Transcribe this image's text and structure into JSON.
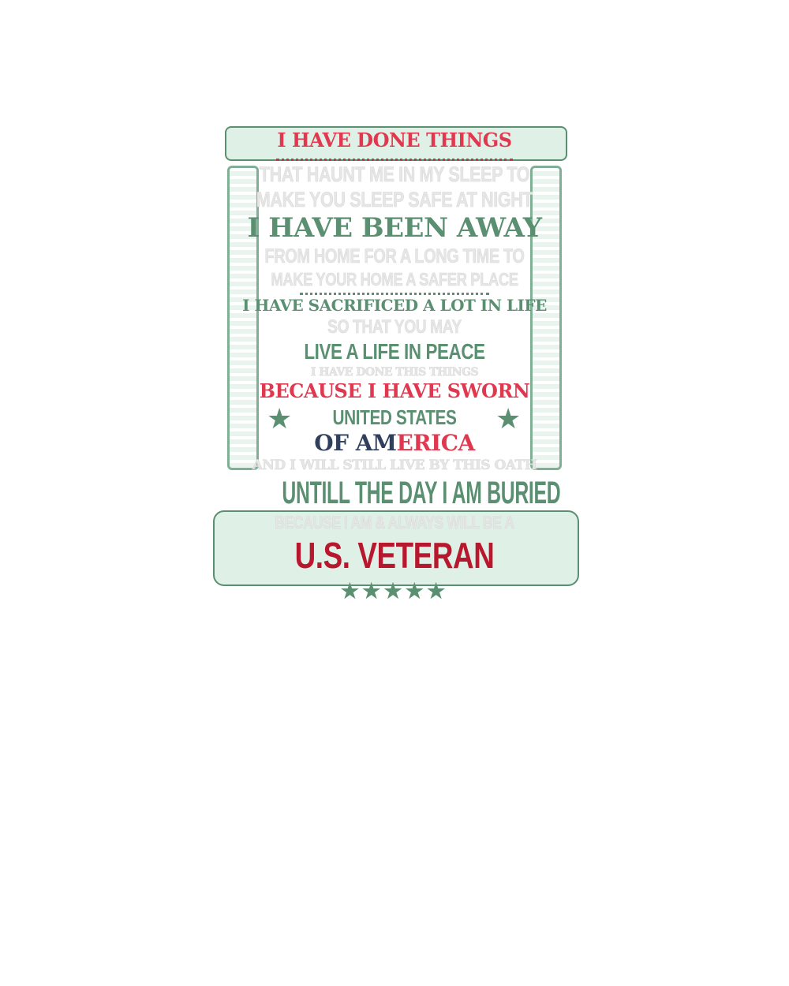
{
  "design": {
    "lines": [
      "I HAVE DONE THINGS",
      "THAT HAUNT ME IN MY SLEEP TO",
      "MAKE YOU SLEEP SAFE AT NIGHT",
      "I HAVE BEEN AWAY",
      "FROM HOME FOR A LONG TIME TO",
      "MAKE YOUR HOME A SAFER PLACE",
      "I HAVE SACRIFICED A LOT IN LIFE",
      "SO THAT YOU MAY",
      "LIVE A LIFE IN PEACE",
      "I HAVE DONE THIS THINGS",
      "BECAUSE I HAVE SWORN",
      "UNITED STATES",
      "OF AM",
      "ERICA",
      "AND I WILL STILL LIVE BY THIS OATH",
      "UNTILL THE DAY I AM BURIED",
      "BECAUSE I AM & ALWAYS WILL BE A",
      "U.S. VETERAN"
    ],
    "stars": "★★★★★",
    "star": "★",
    "colors": {
      "green": "#5a8f71",
      "red": "#e0394f",
      "dark_red": "#b8182e",
      "navy": "#2f3f5c",
      "grey": "#e6e6e6"
    }
  }
}
